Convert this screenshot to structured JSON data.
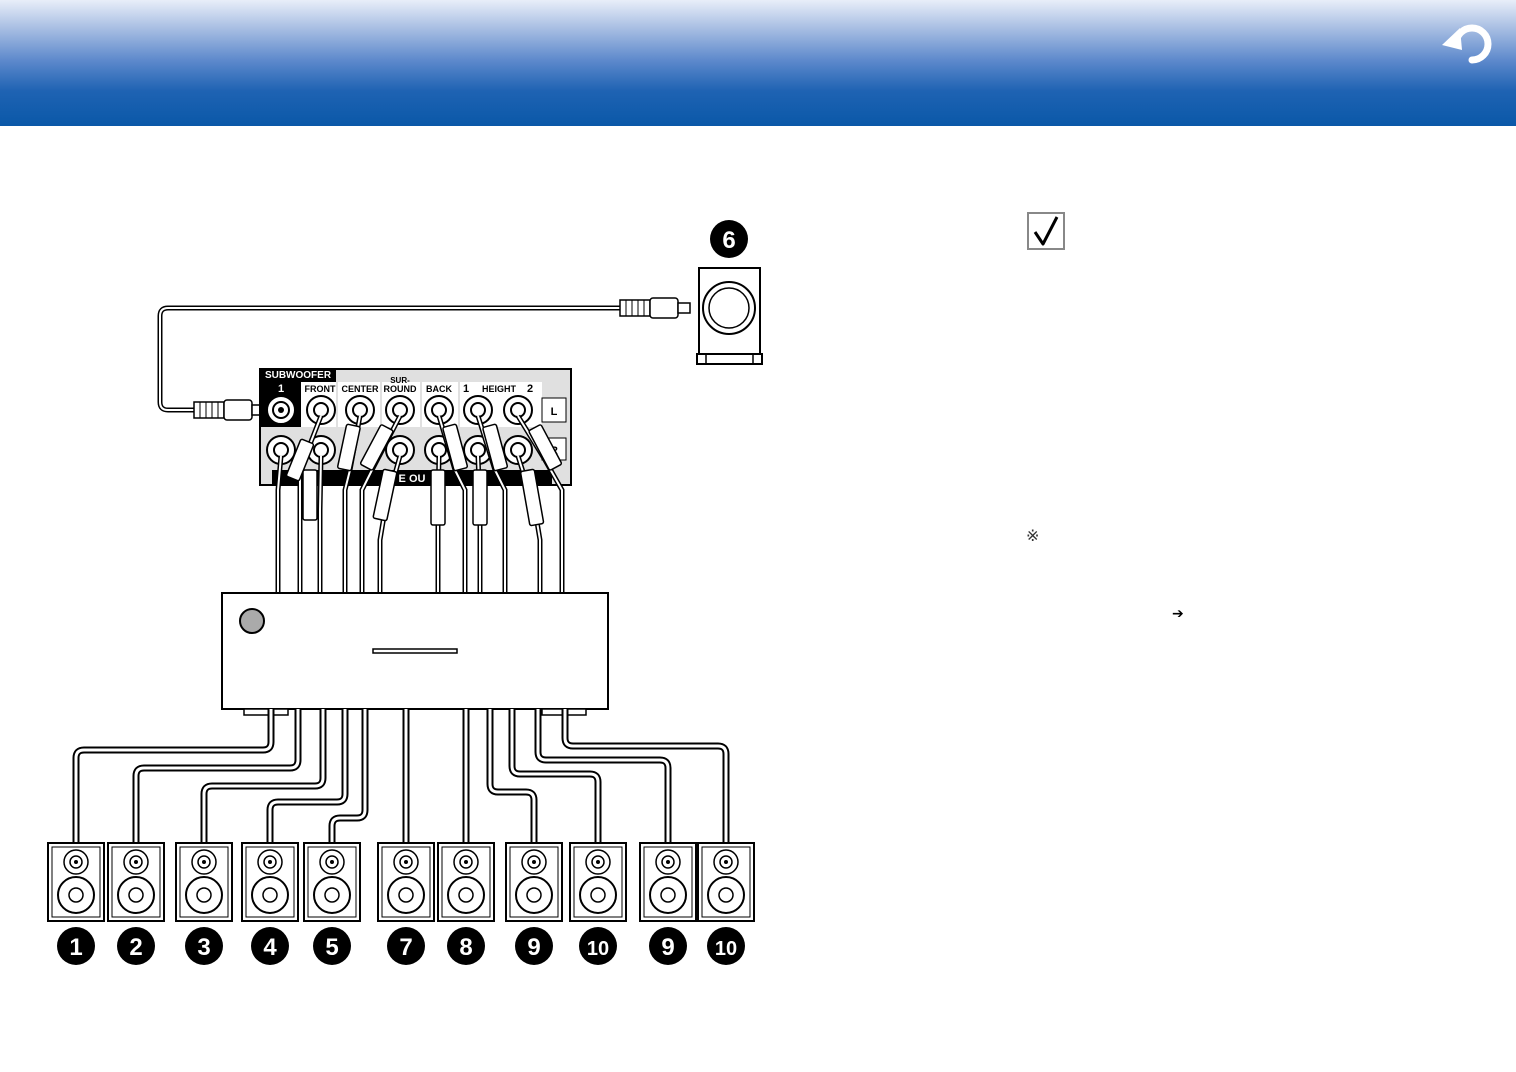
{
  "header": {
    "back_icon": "return-arrow-icon",
    "color": "#0a58a8"
  },
  "panel": {
    "subwoofer_label": "SUBWOOFER",
    "subwoofer_num": "1",
    "columns": [
      {
        "label": "FRONT"
      },
      {
        "label": "CENTER"
      },
      {
        "label": "SUR-",
        "label2": "ROUND"
      },
      {
        "label": "BACK"
      },
      {
        "label": "HEIGHT",
        "num1": "1",
        "num2": "2"
      }
    ],
    "side_L": "L",
    "side_R": "R",
    "preout_text": "E OU"
  },
  "subwoofer_marker": "6",
  "speaker_markers": [
    "1",
    "2",
    "3",
    "4",
    "5",
    "7",
    "8",
    "9",
    "10",
    "9",
    "10"
  ],
  "notes": {
    "asterisk": "※",
    "arrow": "➔",
    "check_icon": "checkmark-icon"
  }
}
